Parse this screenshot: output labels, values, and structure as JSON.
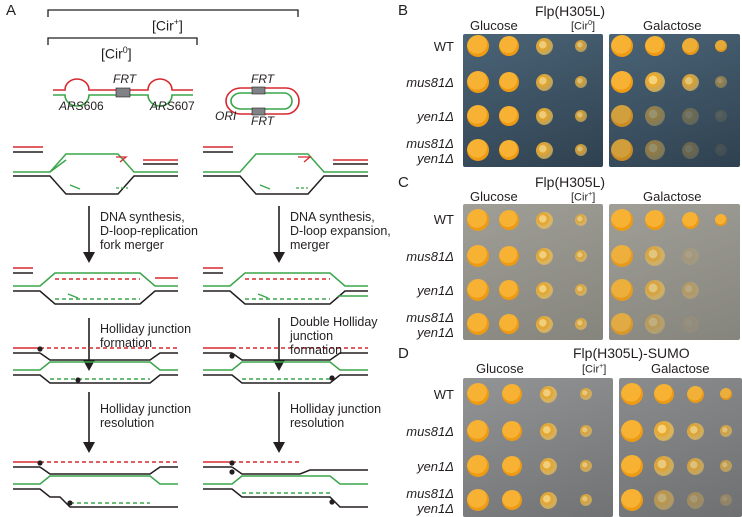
{
  "panels": {
    "a": "A",
    "b": "B",
    "c": "C",
    "d": "D"
  },
  "panel_a": {
    "cir_plus": "[Cir",
    "cir_zero": "[Cir",
    "sup_plus": "+",
    "sup_zero": "0",
    "frt": "FRT",
    "ars_left": "ARS",
    "ars_left_num": "606",
    "ars_right": "ARS",
    "ars_right_num": "607",
    "ori": "ORI",
    "steps_left": [
      "DNA synthesis,",
      "D-loop-replication",
      "fork merger",
      "Holliday junction",
      "formation",
      "Holliday junction",
      "resolution"
    ],
    "steps_right": [
      "DNA synthesis,",
      "D-loop expansion,",
      "merger",
      "Double Holliday",
      "junction",
      "formation",
      "Holliday junction",
      "resolution"
    ]
  },
  "plates": {
    "glucose": "Glucose",
    "galactose": "Galactose",
    "strains": [
      "WT",
      "mus81Δ",
      "yen1Δ",
      "mus81Δ",
      "yen1Δ"
    ],
    "b": {
      "title": "Flp(H305L)",
      "cir": "[Cir",
      "sup": "0"
    },
    "c": {
      "title": "Flp(H305L)",
      "cir": "[Cir",
      "sup": "+"
    },
    "d": {
      "title": "Flp(H305L)-SUMO",
      "cir": "[Cir",
      "sup": "+"
    }
  },
  "colors": {
    "red": "#d7282f",
    "green": "#3aa54a",
    "black": "#231f20",
    "plate_b": "#3e5566",
    "plate_c": "#8e8d86",
    "plate_d": "#7f8182",
    "colony": "#f0a51e"
  }
}
